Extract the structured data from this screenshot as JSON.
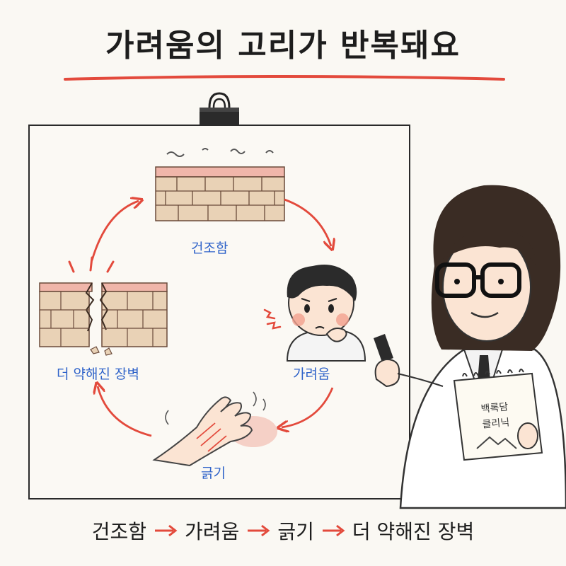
{
  "title": "가려움의 고리가 반복돼요",
  "cycle": {
    "steps": [
      {
        "id": "dryness",
        "label": "건조함"
      },
      {
        "id": "itch",
        "label": "가려움"
      },
      {
        "id": "scratching",
        "label": "긁기"
      },
      {
        "id": "weakened-barrier",
        "label": "더 약해진 장벽"
      }
    ]
  },
  "notepad": {
    "line1": "백록담",
    "line2": "클리닉"
  },
  "flow": {
    "step1": "건조함",
    "step2": "가려움",
    "step3": "긁기",
    "step4": "더 약해진 장벽"
  },
  "colors": {
    "accent": "#e34a3c",
    "label_blue": "#2f63c9",
    "skin_layer": "#e9d2b6",
    "coat": "#ffffff"
  }
}
